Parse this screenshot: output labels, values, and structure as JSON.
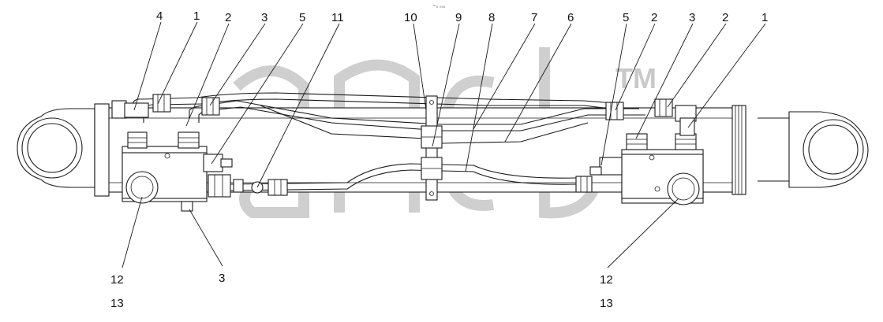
{
  "top_mark": "ᵐ₀ ₀₀₀",
  "watermark": {
    "tm": "TM"
  },
  "callouts": {
    "c4": "4",
    "c1a": "1",
    "c2a": "2",
    "c3a": "3",
    "c5a": "5",
    "c11": "11",
    "c10": "10",
    "c9": "9",
    "c8": "8",
    "c7": "7",
    "c6": "6",
    "c5b": "5",
    "c2b": "2",
    "c3b": "3",
    "c2c": "2",
    "c1b": "1",
    "c12a": "12",
    "c13a": "13",
    "c3c": "3",
    "c12b": "12",
    "c13b": "13"
  }
}
